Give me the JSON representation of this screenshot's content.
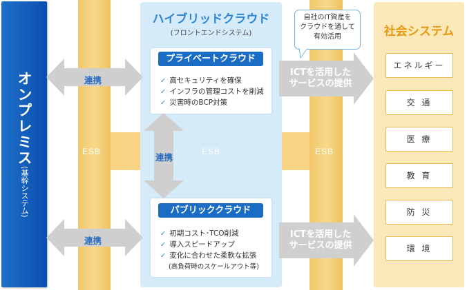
{
  "onpremise": {
    "title": "オンプレミス",
    "subtitle": "(基幹システム)"
  },
  "esb": {
    "label_left": "ESB",
    "label_center": "ESB",
    "label_right": "ESB"
  },
  "links": {
    "top": "連携",
    "middle": "連携",
    "bottom": "連携"
  },
  "hybrid": {
    "title": "ハイブリッドクラウド",
    "subtitle": "(フロントエンドシステム)"
  },
  "private_cloud": {
    "title": "プライベートクラウド",
    "items": [
      "高セキュリティを確保",
      "インフラの管理コストを削減",
      "災害時のBCP対策"
    ]
  },
  "public_cloud": {
    "title": "パブリッククラウド",
    "items": [
      "初期コスト･TCO削減",
      "導入スピードアップ",
      "変化に合わせた柔軟な拡張"
    ],
    "note": "(高負荷時のスケールアウト等)"
  },
  "ict": {
    "top_line1": "ICTを活用した",
    "top_line2": "サービスの提供",
    "bottom_line1": "ICTを活用した",
    "bottom_line2": "サービスの提供"
  },
  "callout": {
    "line1": "自社のIT資産を",
    "line2": "クラウドを通して",
    "line3": "有効活用"
  },
  "social": {
    "title": "社会システム",
    "items": [
      "エネルギー",
      "交 通",
      "医 療",
      "教 育",
      "防 災",
      "環 境"
    ]
  },
  "colors": {
    "blue": "#0a4fb0",
    "esb": "#f2c66a",
    "hybrid_bg": "#d6ebf9",
    "social_bg": "#fbe8b8",
    "social_title": "#e29a12"
  }
}
